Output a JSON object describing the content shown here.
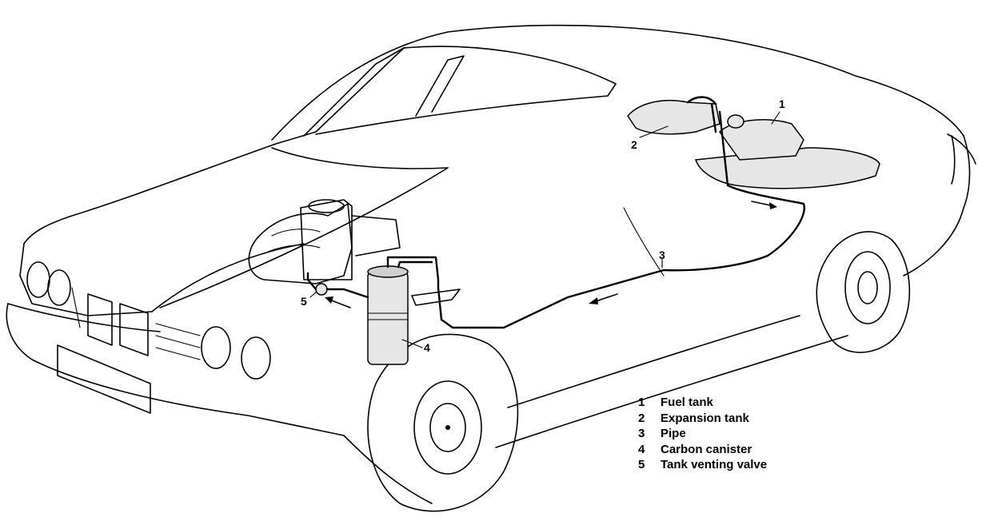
{
  "callouts": [
    "1",
    "2",
    "3",
    "4",
    "5"
  ],
  "legend": [
    {
      "number": "1",
      "label": "Fuel tank"
    },
    {
      "number": "2",
      "label": "Expansion tank"
    },
    {
      "number": "3",
      "label": "Pipe"
    },
    {
      "number": "4",
      "label": "Carbon canister"
    },
    {
      "number": "5",
      "label": "Tank venting valve"
    }
  ]
}
